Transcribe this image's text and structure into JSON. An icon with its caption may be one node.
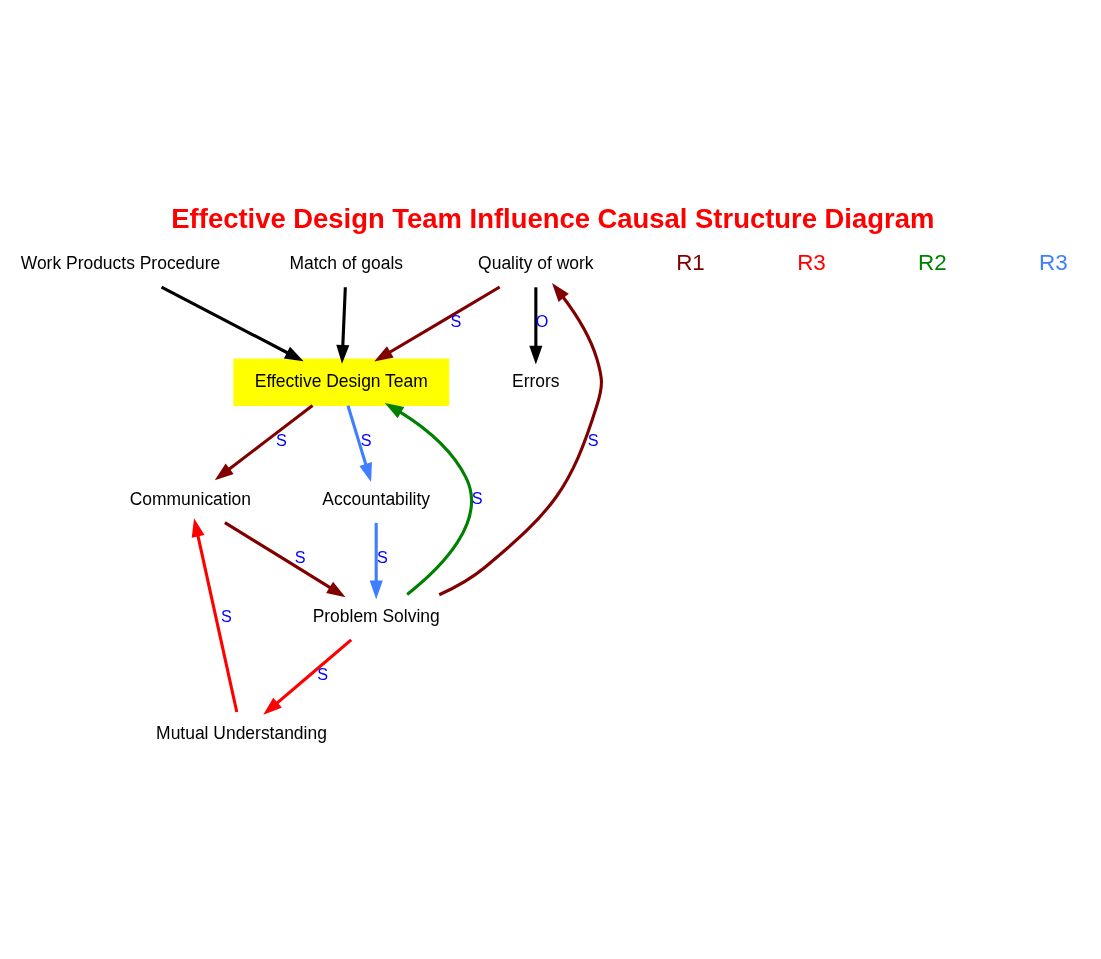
{
  "diagram": {
    "title": "Effective Design Team Influence Causal Structure Diagram",
    "nodes": [
      {
        "text": [
          "Errors"
        ]
      },
      {
        "text": [
          "Quality of work"
        ]
      },
      {
        "text": [
          "Problem Solving"
        ]
      },
      {
        "text": [
          "Mutual Understanding"
        ]
      },
      {
        "text": [
          "Effective Design Team"
        ]
      },
      {
        "text": [
          "Communication"
        ]
      },
      {
        "text": [
          "Accountability"
        ]
      },
      {
        "text": [
          "Work Products Procedure"
        ]
      },
      {
        "text": [
          "Match of goals"
        ]
      }
    ],
    "edges": [
      {
        "from": 1,
        "to": 0,
        "arrow": "to",
        "label": "O",
        "color": "#000000"
      },
      {
        "from": 2,
        "to": 1,
        "arrow": "to",
        "label": "S"
      },
      {
        "from": 1,
        "to": 4,
        "arrow": "to",
        "label": "S"
      },
      {
        "from": 2,
        "to": 4,
        "arrow": "to",
        "label": "S",
        "color": "#008000"
      },
      {
        "from": 2,
        "to": 3,
        "arrow": "to",
        "label": "S",
        "color": "#ff0000"
      },
      {
        "from": 3,
        "to": 5,
        "arrow": "to",
        "label": "S",
        "color": "#ff0000"
      },
      {
        "from": 5,
        "to": 2,
        "arrow": "to",
        "label": "S"
      },
      {
        "from": 4,
        "to": 5,
        "arrow": "to",
        "label": "S"
      },
      {
        "from": 4,
        "to": 6,
        "arrow": "to",
        "label": "S",
        "color": "#3f7fff"
      },
      {
        "from": 6,
        "to": 2,
        "arrow": "to",
        "label": "S",
        "color": "#3f7fff"
      },
      {
        "from": 7,
        "to": 4,
        "arrow": "to",
        "color": "#000000"
      },
      {
        "from": 8,
        "to": 4,
        "arrow": "to",
        "color": "#000000"
      }
    ],
    "labels": [
      "R1",
      "R3",
      "R2",
      "R3"
    ]
  }
}
